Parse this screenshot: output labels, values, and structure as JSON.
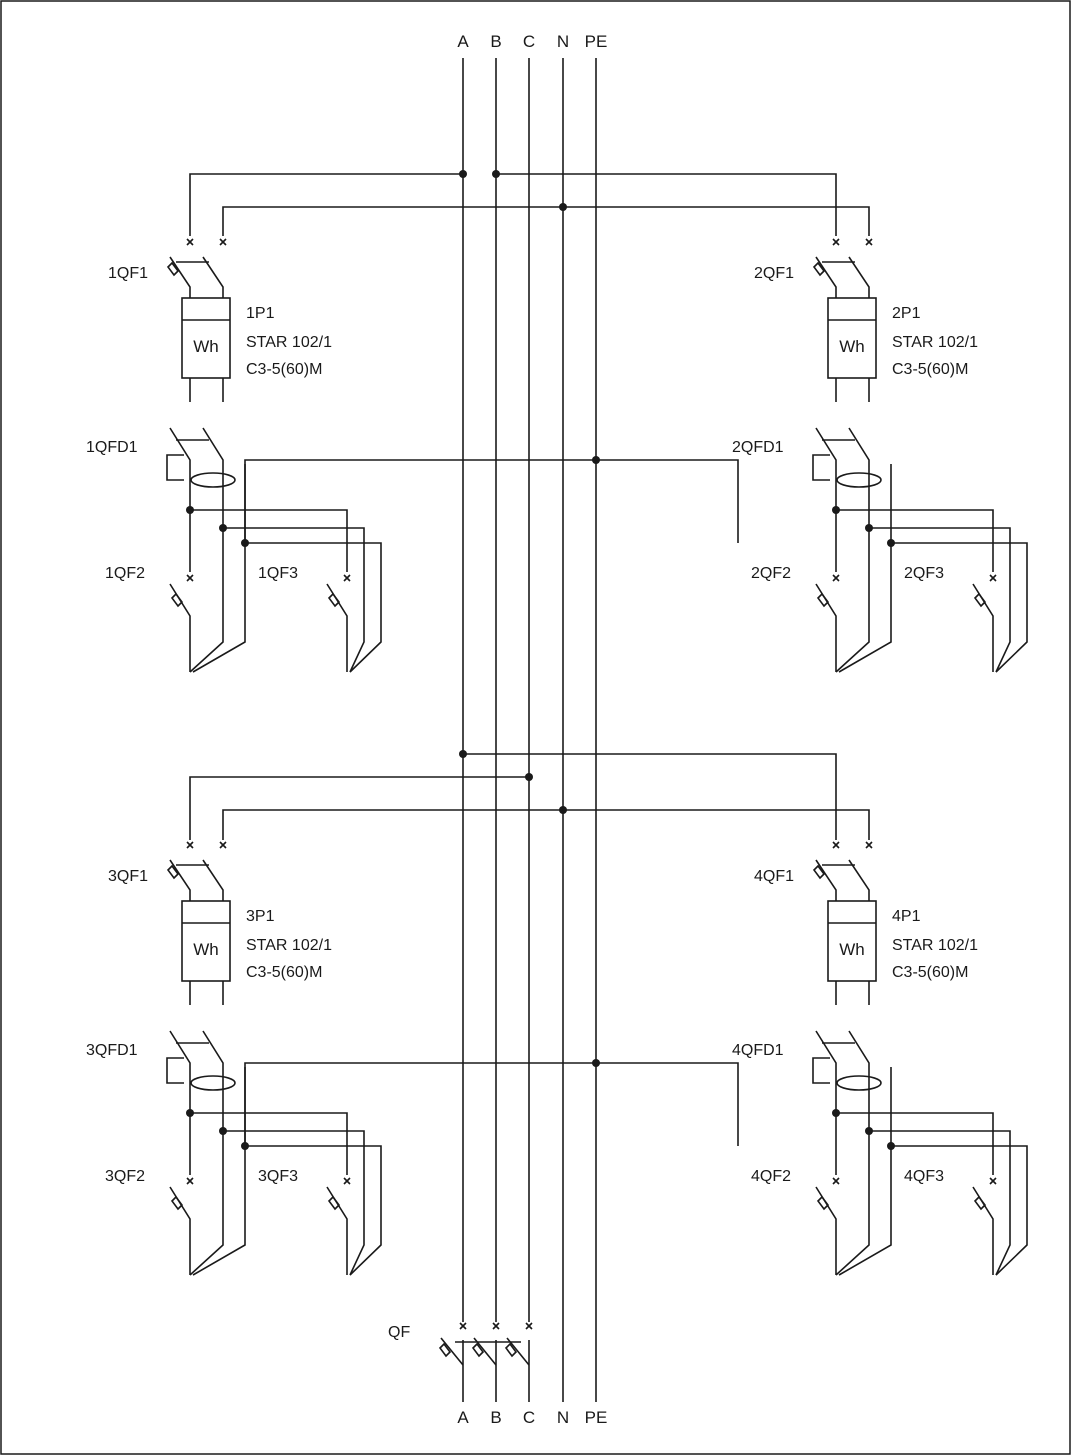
{
  "buses": [
    "A",
    "B",
    "C",
    "N",
    "PE"
  ],
  "main_breaker": "QF",
  "meter_symbol": "Wh",
  "groups": [
    {
      "qf1": "1QF1",
      "meter": "1P1",
      "model": "STAR 102/1",
      "rating": "C3-5(60)M",
      "rcd": "1QFD1",
      "qf2": "1QF2",
      "qf3": "1QF3"
    },
    {
      "qf1": "2QF1",
      "meter": "2P1",
      "model": "STAR 102/1",
      "rating": "C3-5(60)M",
      "rcd": "2QFD1",
      "qf2": "2QF2",
      "qf3": "2QF3"
    },
    {
      "qf1": "3QF1",
      "meter": "3P1",
      "model": "STAR 102/1",
      "rating": "C3-5(60)M",
      "rcd": "3QFD1",
      "qf2": "3QF2",
      "qf3": "3QF3"
    },
    {
      "qf1": "4QF1",
      "meter": "4P1",
      "model": "STAR 102/1",
      "rating": "C3-5(60)M",
      "rcd": "4QFD1",
      "qf2": "4QF2",
      "qf3": "4QF3"
    }
  ]
}
